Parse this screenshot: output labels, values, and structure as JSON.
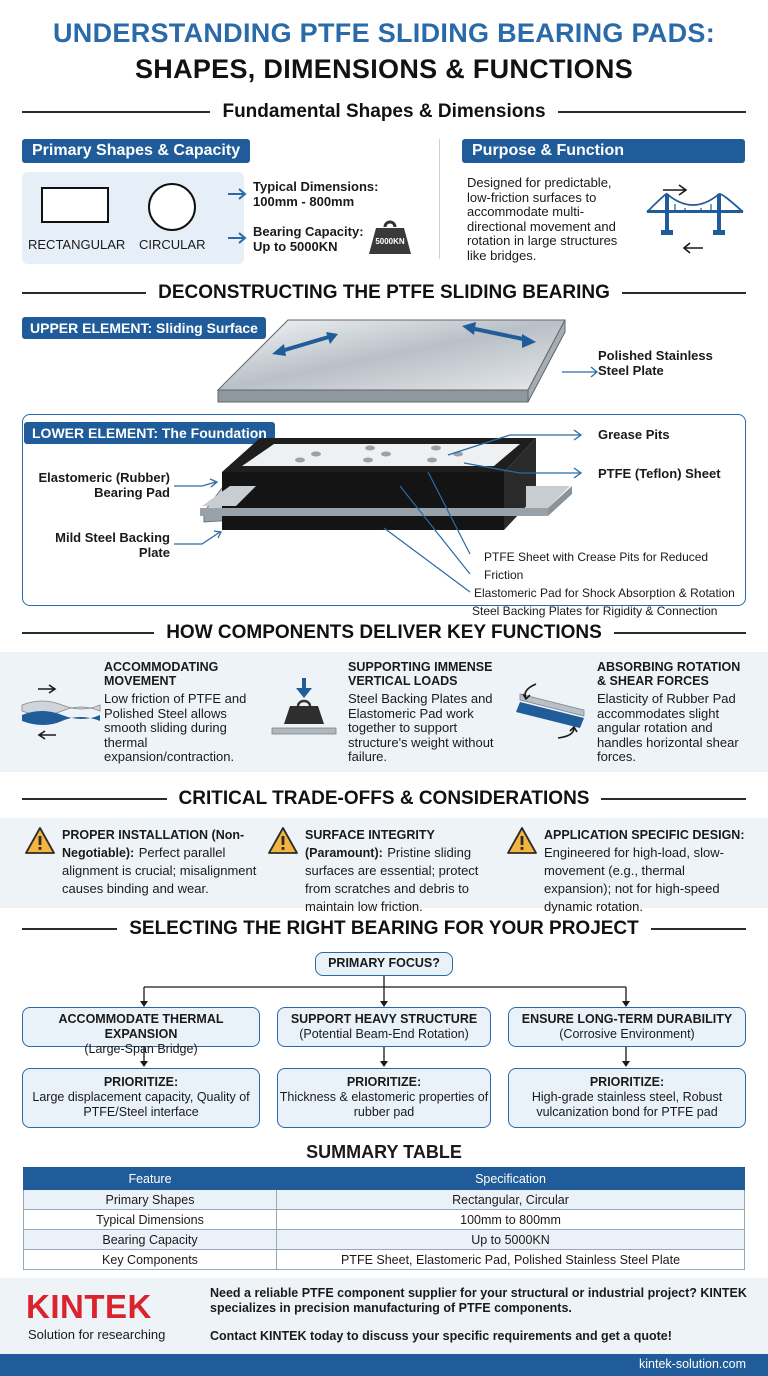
{
  "header": {
    "title_line1": "UNDERSTANDING PTFE SLIDING BEARING PADS:",
    "title_line2": "SHAPES, DIMENSIONS & FUNCTIONS"
  },
  "section1": {
    "heading": "Fundamental Shapes & Dimensions",
    "primary_pill": "Primary Shapes & Capacity",
    "shape_rect": "RECTANGULAR",
    "shape_circle": "CIRCULAR",
    "dims_label": "Typical Dimensions:",
    "dims_value": "100mm - 800mm",
    "capacity_label": "Bearing Capacity:",
    "capacity_value": "Up to 5000KN",
    "weight_label": "5000KN",
    "purpose_pill": "Purpose & Function",
    "purpose_text": "Designed for predictable, low-friction surfaces to accommodate multi-directional movement and rotation in large structures like bridges."
  },
  "section2": {
    "heading": "DECONSTRUCTING THE PTFE SLIDING BEARING",
    "upper_pill": "UPPER ELEMENT: Sliding Surface",
    "lower_pill": "LOWER ELEMENT: The Foundation",
    "label_steel_plate": "Polished Stainless Steel Plate",
    "label_grease": "Grease Pits",
    "label_ptfe": "PTFE (Teflon) Sheet",
    "label_elastomeric": "Elastomeric (Rubber) Bearing Pad",
    "label_backing": "Mild Steel Backing Plate",
    "note1": "PTFE Sheet with Crease Pits for Reduced Friction",
    "note2": "Elastomeric Pad for Shock Absorption & Rotation",
    "note3": "Steel Backing Plates for Rigidity & Connection"
  },
  "section3": {
    "heading": "HOW COMPONENTS DELIVER KEY FUNCTIONS",
    "items": [
      {
        "title": "ACCOMMODATING MOVEMENT",
        "text": "Low friction of PTFE and Polished Steel allows smooth sliding during thermal expansion/contraction."
      },
      {
        "title": "SUPPORTING IMMENSE VERTICAL LOADS",
        "text": "Steel Backing Plates and Elastomeric Pad work together to support structure's weight without failure."
      },
      {
        "title": "ABSORBING ROTATION & SHEAR FORCES",
        "text": "Elasticity of Rubber Pad accommodates slight angular rotation and handles horizontal shear forces."
      }
    ]
  },
  "section4": {
    "heading": "CRITICAL TRADE-OFFS & CONSIDERATIONS",
    "items": [
      {
        "title": "PROPER INSTALLATION (Non-Negotiable):",
        "text": "Perfect parallel alignment is crucial; misalignment causes binding and wear."
      },
      {
        "title": "SURFACE INTEGRITY (Paramount):",
        "text": "Pristine sliding surfaces are essential; protect from scratches and debris to maintain low friction."
      },
      {
        "title": "APPLICATION SPECIFIC DESIGN:",
        "text": "Engineered for high-load, slow-movement (e.g., thermal expansion); not for high-speed dynamic rotation."
      }
    ]
  },
  "section5": {
    "heading": "SELECTING THE RIGHT BEARING FOR YOUR PROJECT",
    "focus": "PRIMARY FOCUS?",
    "options": [
      {
        "title": "ACCOMMODATE THERMAL EXPANSION",
        "sub": "(Large-Span Bridge)",
        "prio_label": "PRIORITIZE:",
        "prio_text": "Large displacement capacity, Quality of PTFE/Steel interface"
      },
      {
        "title": "SUPPORT HEAVY STRUCTURE",
        "sub": "(Potential Beam-End Rotation)",
        "prio_label": "PRIORITIZE:",
        "prio_text": "Thickness & elastomeric properties of rubber pad"
      },
      {
        "title": "ENSURE LONG-TERM DURABILITY",
        "sub": "(Corrosive Environment)",
        "prio_label": "PRIORITIZE:",
        "prio_text": "High-grade stainless steel, Robust vulcanization bond for PTFE pad"
      }
    ]
  },
  "summary": {
    "heading": "SUMMARY TABLE",
    "col_feature": "Feature",
    "col_spec": "Specification",
    "rows": [
      {
        "feature": "Primary Shapes",
        "spec": "Rectangular, Circular"
      },
      {
        "feature": "Typical Dimensions",
        "spec": "100mm to 800mm"
      },
      {
        "feature": "Bearing Capacity",
        "spec": "Up to 5000KN"
      },
      {
        "feature": "Key Components",
        "spec": "PTFE Sheet, Elastomeric Pad, Polished Stainless Steel Plate"
      }
    ]
  },
  "footer": {
    "logo": "KINTEK",
    "tagline": "Solution for researching",
    "cta1": "Need a reliable PTFE component supplier for your structural or industrial project? KINTEK specializes in precision manufacturing of PTFE components.",
    "cta2": "Contact KINTEK today to discuss your specific requirements and get a quote!",
    "url": "kintek-solution.com"
  },
  "colors": {
    "brand_blue": "#1f5c99",
    "title_blue": "#2a6aa8",
    "logo_red": "#d9232e",
    "warning_yellow": "#f2b640"
  }
}
